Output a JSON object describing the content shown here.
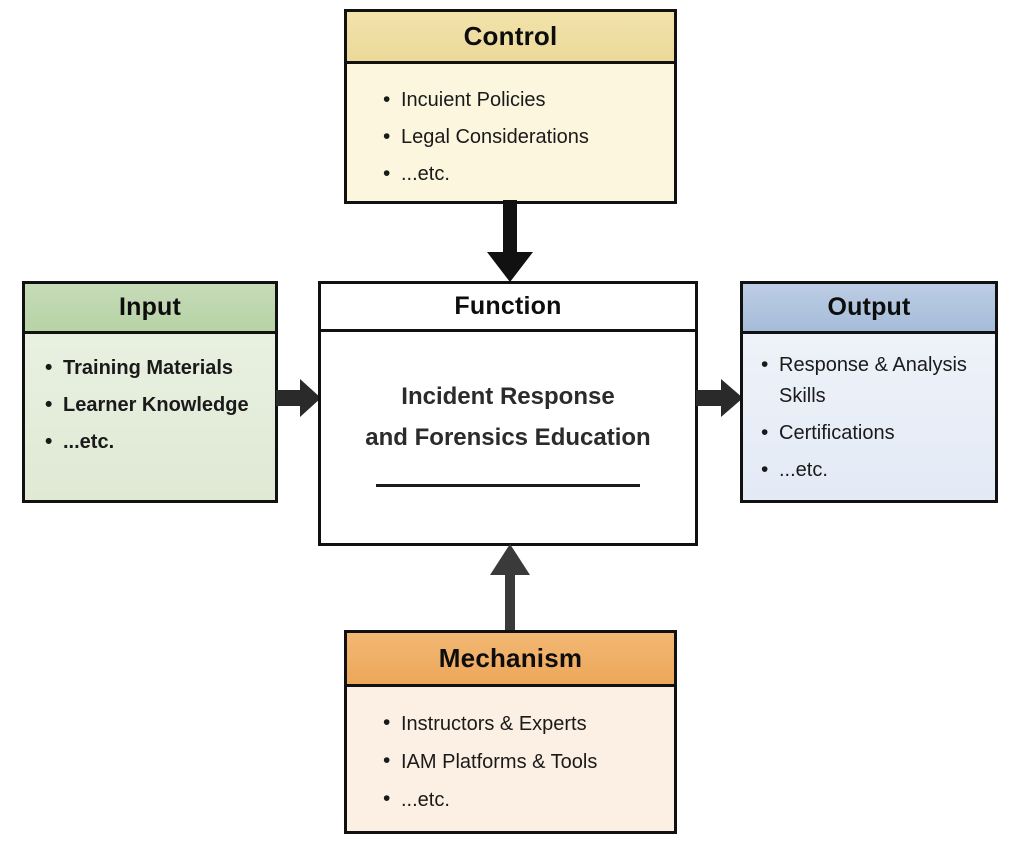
{
  "diagram": {
    "type": "IDEF0 function box diagram",
    "background_color": "#ffffff",
    "boxes": {
      "control": {
        "title": "Control",
        "header_color": "#ecd99a",
        "body_color": "#fbf6dd",
        "items": [
          "Incuient Policies",
          "Legal Considerations",
          "...etc."
        ]
      },
      "input": {
        "title": "Input",
        "header_color": "#b7d3a6",
        "body_color": "#e4edda",
        "items": [
          "Training Materials",
          "Learner Knowledge",
          "...etc."
        ]
      },
      "function": {
        "title": "Function",
        "header_color": "#ffffff",
        "body_color": "#ffffff",
        "name_line_1": "Incident Response",
        "name_line_2": "and Forensics Education"
      },
      "output": {
        "title": "Output",
        "header_color": "#a5bcd9",
        "body_color": "#e8eef7",
        "items": [
          "Response & Analysis Skills",
          "Certifications",
          "...etc."
        ]
      },
      "mechanism": {
        "title": "Mechanism",
        "header_color": "#eca75a",
        "body_color": "#fbf0e3",
        "items": [
          "Instructors & Experts",
          "IAM Platforms & Tools",
          "...etc."
        ]
      }
    },
    "arrows": [
      {
        "name": "control-to-function",
        "from": "Control",
        "to": "Function",
        "direction": "down",
        "color": "#111111"
      },
      {
        "name": "input-to-function",
        "from": "Input",
        "to": "Function",
        "direction": "right",
        "color": "#2a2a2a"
      },
      {
        "name": "function-to-output",
        "from": "Function",
        "to": "Output",
        "direction": "right",
        "color": "#2a2a2a"
      },
      {
        "name": "mechanism-to-function",
        "from": "Mechanism",
        "to": "Function",
        "direction": "up",
        "color": "#3a3a3a"
      }
    ]
  }
}
